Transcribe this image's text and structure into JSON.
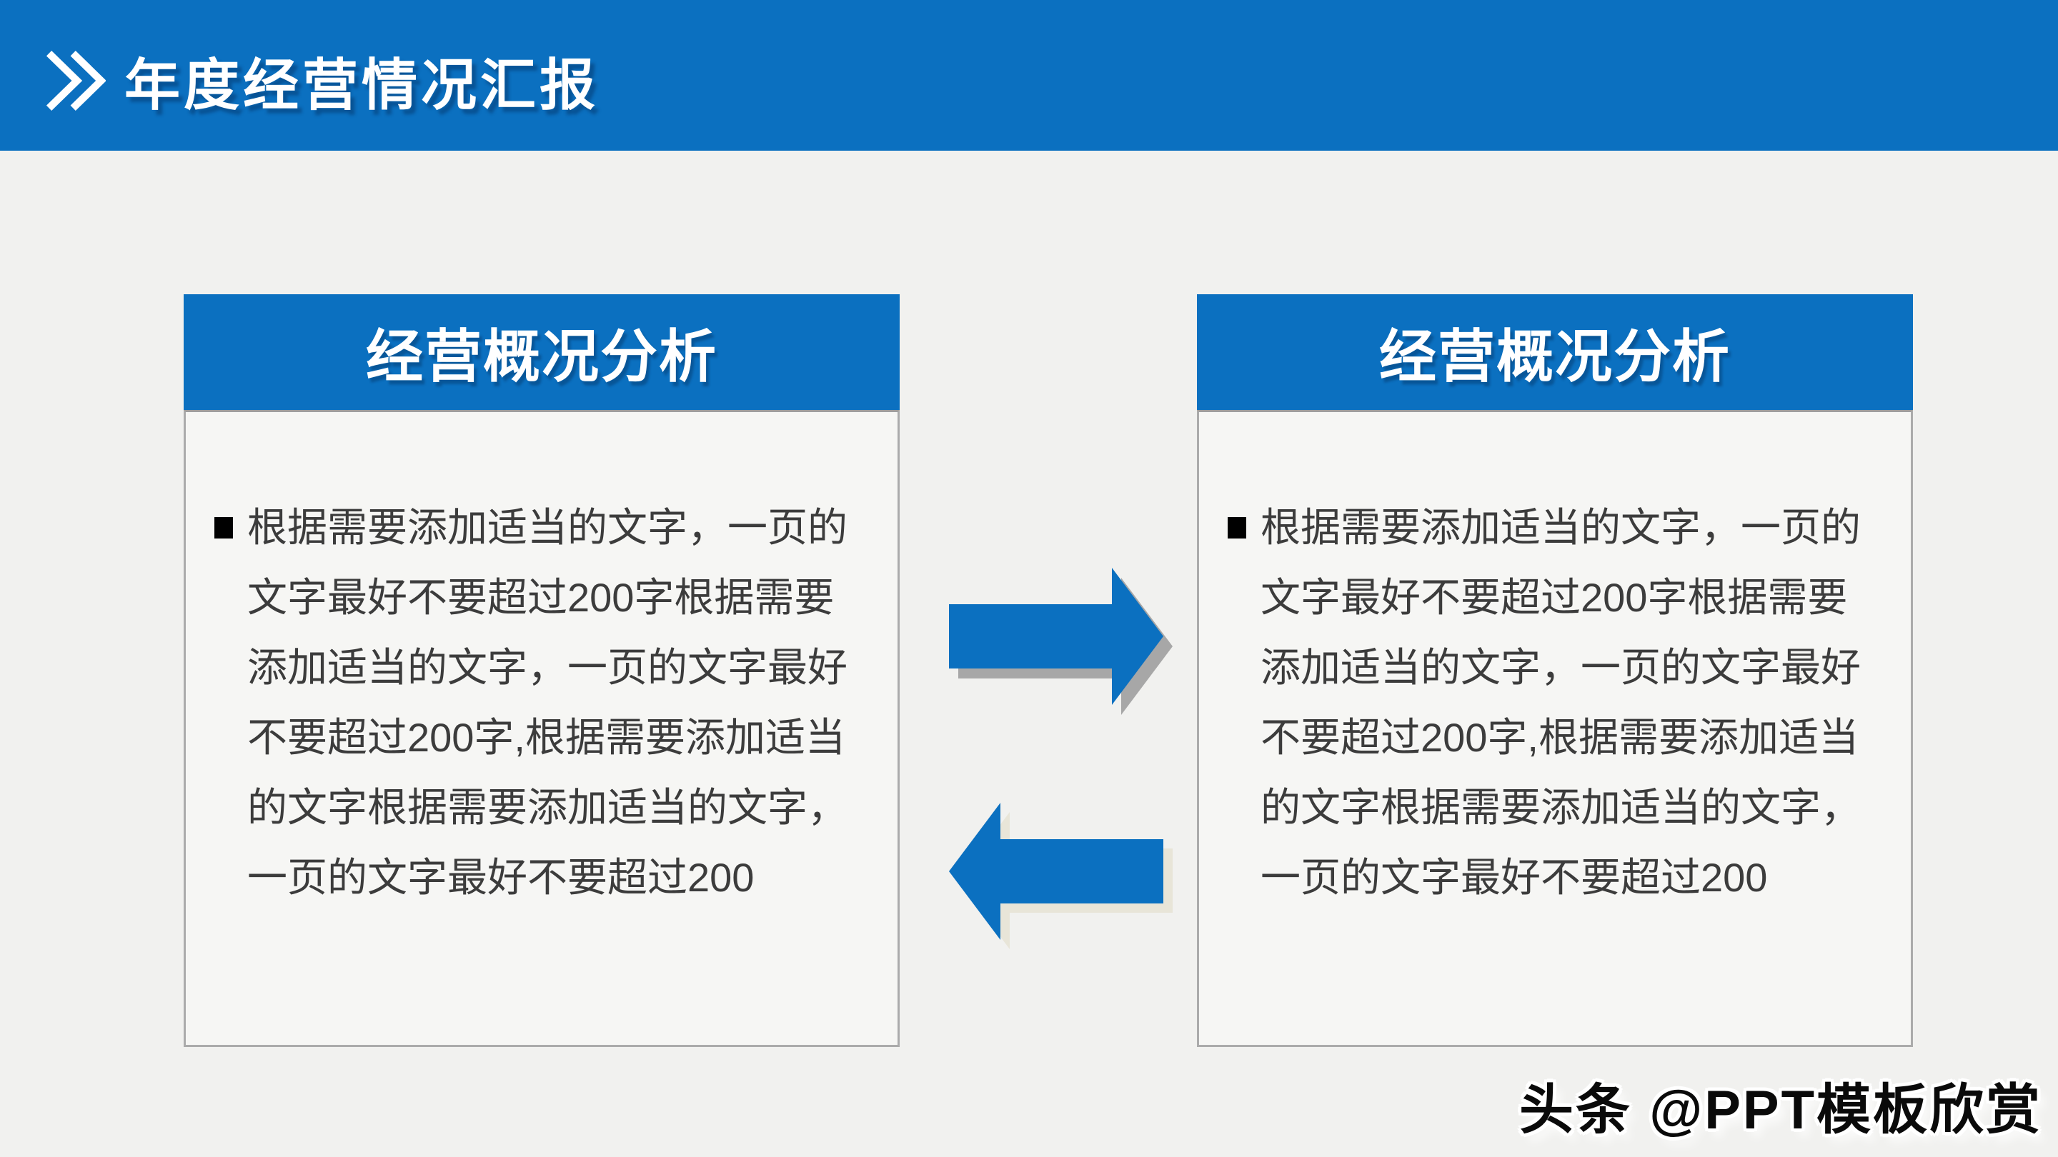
{
  "slide": {
    "header": {
      "title": "年度经营情况汇报",
      "icon": "double-chevron-icon"
    },
    "cards": [
      {
        "title": "经营概况分析",
        "bullet": "square",
        "body_lines": [
          "根据需要添加适当的文字，一页的",
          "文字最好不要超过200字根据需要",
          "添加适当的文字，一页的文字最好",
          "不要超过200字,根据需要添加适当",
          "的文字根据需要添加适当的文字，",
          "一页的文字最好不要超过200"
        ]
      },
      {
        "title": "经营概况分析",
        "bullet": "square",
        "body_lines": [
          "根据需要添加适当的文字，一页的",
          "文字最好不要超过200字根据需要",
          "添加适当的文字，一页的文字最好",
          "不要超过200字,根据需要添加适当",
          "的文字根据需要添加适当的文字，",
          "一页的文字最好不要超过200"
        ]
      }
    ],
    "arrows": [
      {
        "direction": "right"
      },
      {
        "direction": "left"
      }
    ],
    "watermark": "头条 @PPT模板欣赏",
    "colors": {
      "accent_blue": "#0B70C0",
      "page_bg": "#F1F1EF",
      "card_bg": "#F6F6F4",
      "card_border": "#ABABAB",
      "body_text": "#3C3C3C",
      "title_text": "#FFFFFF",
      "arrow_right_shadow": "#A7A7A7",
      "arrow_left_shadow": "#E8E5D8",
      "watermark_text": "#0A0A0A"
    }
  }
}
